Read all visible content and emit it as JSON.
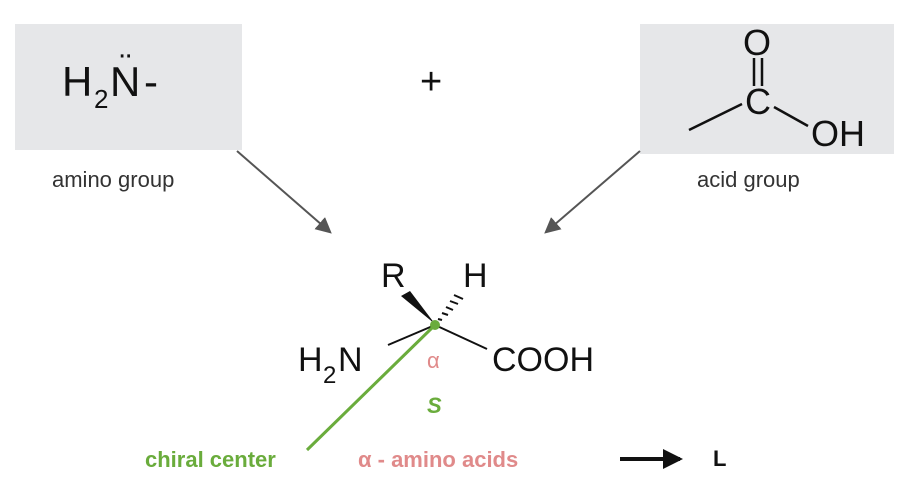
{
  "amino_group": {
    "formula_main": "H",
    "formula_subscript": "2",
    "formula_atom": "N",
    "formula_lone_pair": "¨",
    "formula_dash": "-",
    "caption": "amino group"
  },
  "plus_sign": "+",
  "acid_group": {
    "oxygen_top": "O",
    "carbon": "C",
    "hydroxyl": "OH",
    "caption": "acid group"
  },
  "amino_acid": {
    "r_group": "R",
    "hydrogen": "H",
    "amine_h": "H",
    "amine_subscript": "2",
    "amine_n": "N",
    "carboxyl": "COOH",
    "alpha_label": "α",
    "configuration": "S"
  },
  "labels": {
    "chiral_center": "chiral center",
    "alpha_amino_acids": "α - amino acids",
    "l_label": "L"
  },
  "colors": {
    "box_background": "#e6e7e9",
    "text": "#111111",
    "caption_text": "#333333",
    "arrow": "#555555",
    "green": "#6aac3c",
    "pink": "#e08a8a",
    "black_arrow": "#111111"
  }
}
